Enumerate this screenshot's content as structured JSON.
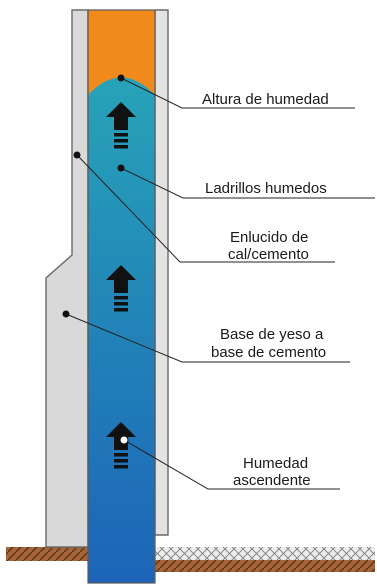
{
  "labels": {
    "moisture_height": "Altura de humedad",
    "wet_bricks": "Ladrillos humedos",
    "plaster_line1": "Enlucido de",
    "plaster_line2": "cal/cemento",
    "base_line1": "Base de yeso a",
    "base_line2": "base de cemento",
    "rising_line1": "Humedad",
    "rising_line2": "ascendente"
  },
  "colors": {
    "dry_wall": "#f08a1c",
    "wet_top": "#27a3b8",
    "wet_bottom": "#1d64b8",
    "plaster": "#d9d9d9",
    "plaster_edge": "#6a6a6a",
    "ground": "#a5643a",
    "gravel": "#e6e6e6",
    "arrow": "#111111",
    "leader": "#222222"
  },
  "icons": [
    "up-arrow-icon",
    "up-arrow-icon",
    "up-arrow-icon"
  ]
}
